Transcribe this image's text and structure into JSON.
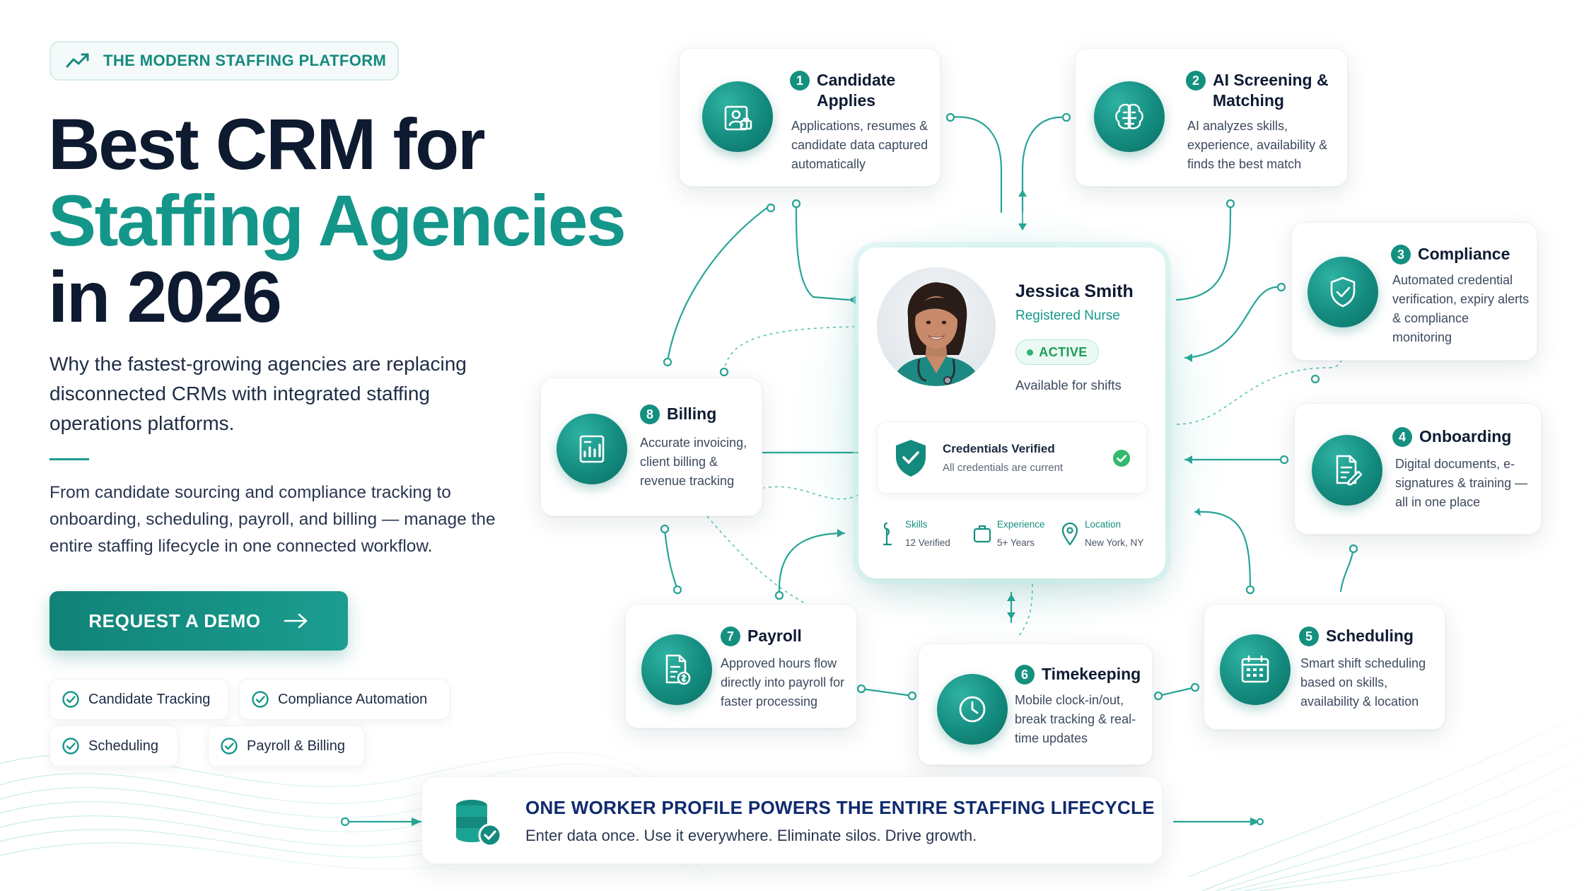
{
  "tagline": "THE MODERN STAFFING PLATFORM",
  "headline": {
    "line1": "Best CRM for",
    "line2": "Staffing Agencies",
    "line3": "in 2026"
  },
  "intro": "Why the fastest-growing agencies are replacing disconnected CRMs with integrated staffing operations platforms.",
  "body": "From candidate sourcing and compliance tracking to onboarding, scheduling, payroll, and billing — manage the entire staffing lifecycle in one connected workflow.",
  "cta_label": "REQUEST A DEMO",
  "features": [
    "Candidate Tracking",
    "Compliance Automation",
    "Scheduling",
    "Payroll & Billing"
  ],
  "steps": [
    {
      "num": "1",
      "title": "Candidate Applies",
      "desc": "Applications, resumes & candidate data captured automatically",
      "icon": "candidate-icon"
    },
    {
      "num": "2",
      "title": "AI Screening & Matching",
      "desc": "AI analyzes skills, experience, availability & finds the best match",
      "icon": "brain-icon"
    },
    {
      "num": "3",
      "title": "Compliance",
      "desc": "Automated credential verification, expiry alerts & compliance monitoring",
      "icon": "shield-check-icon"
    },
    {
      "num": "4",
      "title": "Onboarding",
      "desc": "Digital documents, e-signatures & training — all in one place",
      "icon": "document-pen-icon"
    },
    {
      "num": "5",
      "title": "Scheduling",
      "desc": "Smart shift scheduling based on skills, availability & location",
      "icon": "calendar-icon"
    },
    {
      "num": "6",
      "title": "Timekeeping",
      "desc": "Mobile clock-in/out, break tracking & real-time updates",
      "icon": "clock-icon"
    },
    {
      "num": "7",
      "title": "Payroll",
      "desc": "Approved hours flow directly into payroll for faster processing",
      "icon": "payroll-icon"
    },
    {
      "num": "8",
      "title": "Billing",
      "desc": "Accurate invoicing, client billing & revenue tracking",
      "icon": "invoice-chart-icon"
    }
  ],
  "profile": {
    "name": "Jessica Smith",
    "role": "Registered Nurse",
    "status": "ACTIVE",
    "availability": "Available for shifts",
    "credentials_title": "Credentials Verified",
    "credentials_sub": "All credentials are current",
    "stats": [
      {
        "label": "Skills",
        "value": "12 Verified",
        "icon": "skills-icon"
      },
      {
        "label": "Experience",
        "value": "5+ Years",
        "icon": "briefcase-icon"
      },
      {
        "label": "Location",
        "value": "New York, NY",
        "icon": "location-pin-icon"
      }
    ]
  },
  "banner": {
    "title": "ONE WORKER PROFILE POWERS THE ENTIRE STAFFING LIFECYCLE",
    "subtitle": "Enter data once. Use it everywhere. Eliminate silos. Drive growth."
  },
  "colors": {
    "accent": "#15968a",
    "navy": "#0f2a6e",
    "text": "#0e1a30",
    "active": "#2fb36d"
  }
}
